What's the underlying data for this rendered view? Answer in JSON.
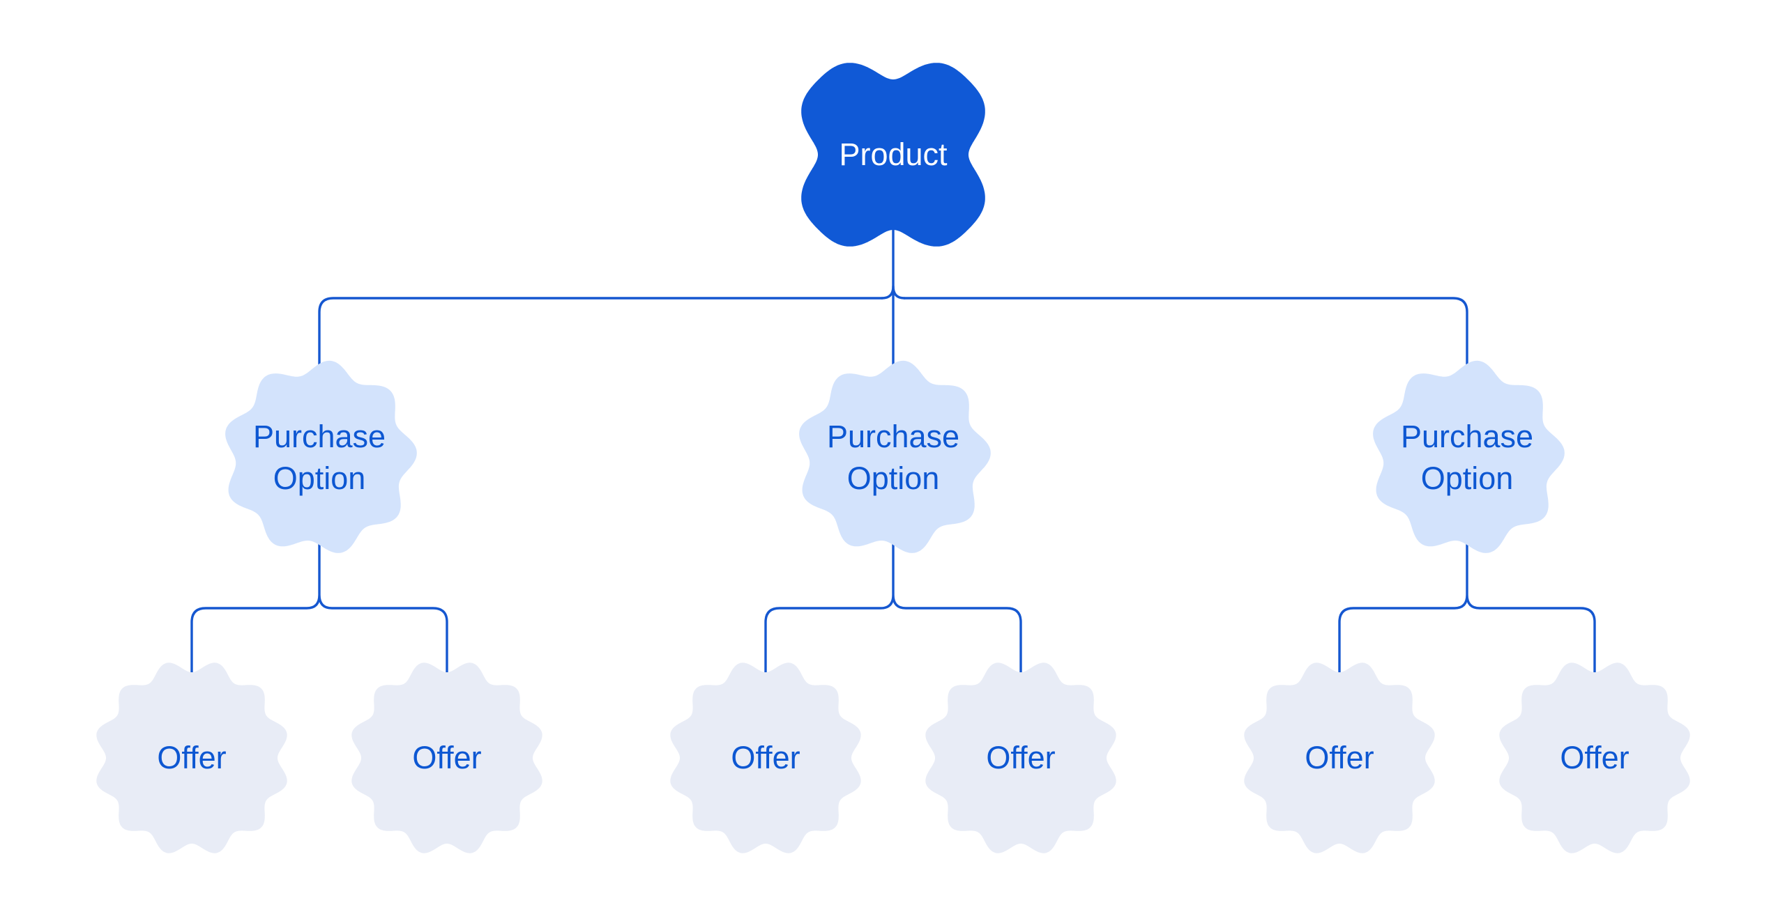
{
  "colors": {
    "background": "#ffffff",
    "product_fill": "#1059d6",
    "product_text": "#ffffff",
    "purchase_fill": "#d3e3fc",
    "offer_fill": "#e8ecf6",
    "label_text": "#0d57d2",
    "connector": "#1557d0"
  },
  "tree": {
    "product": {
      "label": "Product"
    },
    "purchase_options": [
      {
        "label": "Purchase Option",
        "offers": [
          {
            "label": "Offer"
          },
          {
            "label": "Offer"
          }
        ]
      },
      {
        "label": "Purchase Option",
        "offers": [
          {
            "label": "Offer"
          },
          {
            "label": "Offer"
          }
        ]
      },
      {
        "label": "Purchase Option",
        "offers": [
          {
            "label": "Offer"
          },
          {
            "label": "Offer"
          }
        ]
      }
    ]
  }
}
